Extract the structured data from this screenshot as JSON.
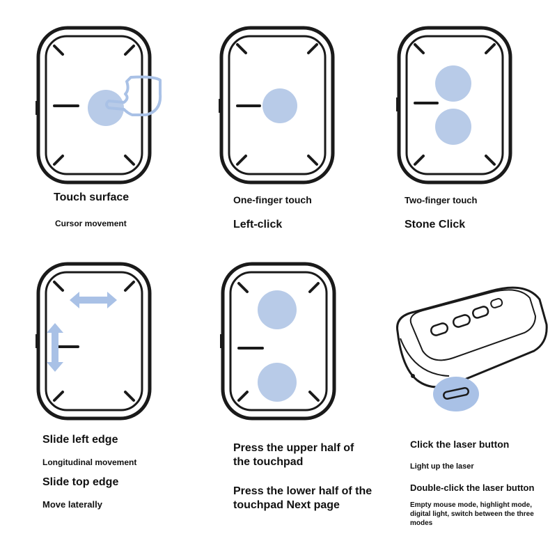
{
  "panels": {
    "touch_surface": {
      "title": "Touch surface",
      "caption": "Cursor movement"
    },
    "one_finger": {
      "title": "One-finger touch",
      "caption": "Left-click"
    },
    "two_finger": {
      "title": "Two-finger touch",
      "caption": "Stone Click"
    },
    "slide": {
      "left_edge_title": "Slide left edge",
      "left_edge_caption": "Longitudinal movement",
      "top_edge_title": "Slide top edge",
      "top_edge_caption": "Move laterally"
    },
    "press": {
      "upper_text": "Press the upper half of the touchpad",
      "lower_text": "Press the lower half of the touchpad Next page"
    },
    "laser": {
      "click_title": "Click the laser button",
      "click_caption": "Light up the laser",
      "double_title": "Double-click the laser button",
      "double_caption": "Empty mouse mode, highlight mode, digital light, switch between the three modes"
    }
  },
  "colors": {
    "outline": "#1a1a1a",
    "touch_blue": "#b8cbe8",
    "arrow_blue": "#a9c1e6",
    "background": "#ffffff"
  }
}
